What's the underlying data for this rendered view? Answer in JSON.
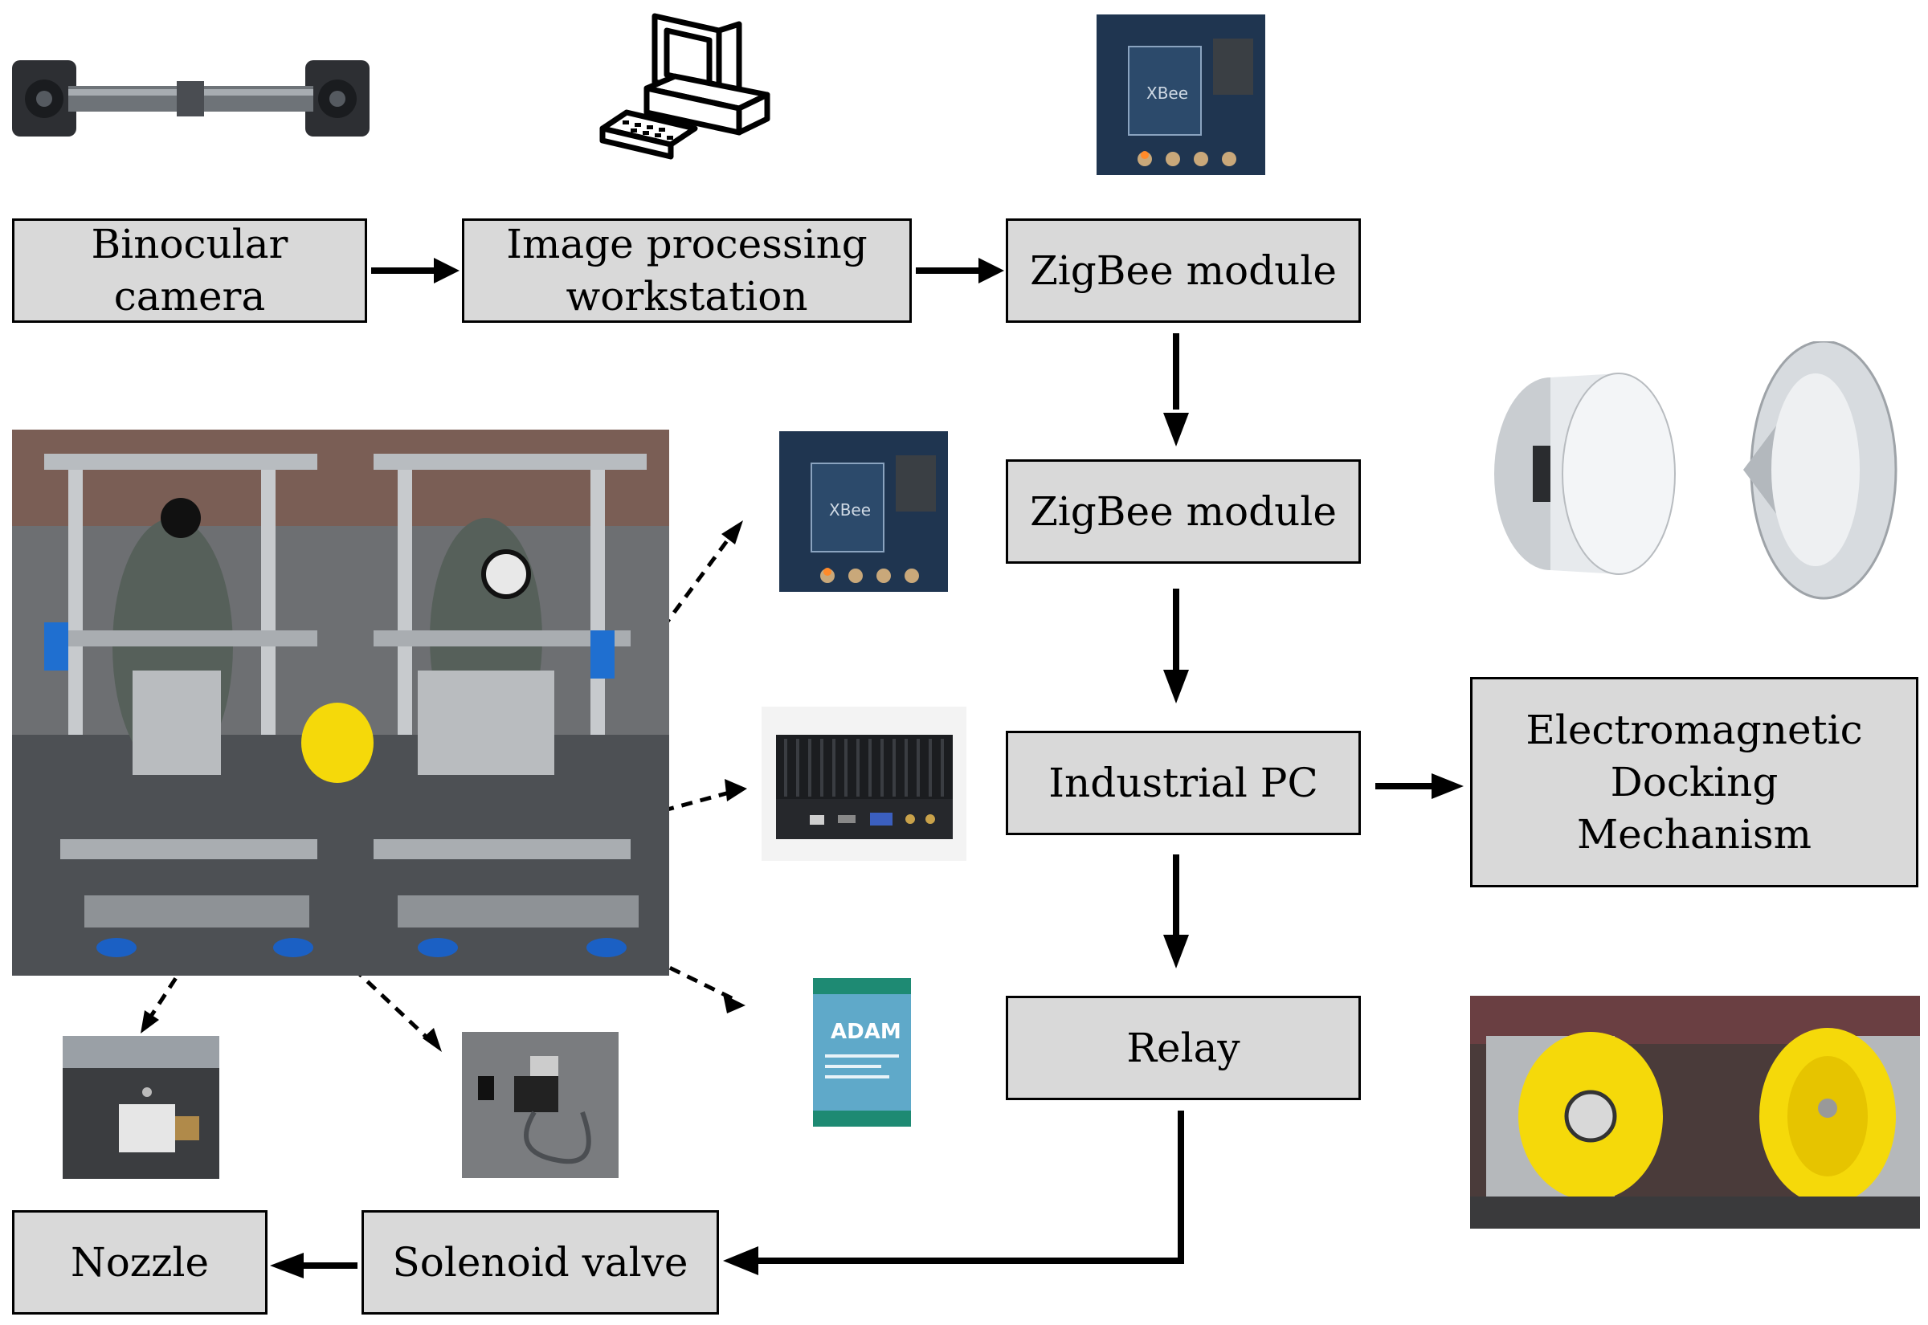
{
  "boxes": {
    "binocular_camera": "Binocular camera",
    "image_processing": "Image processing workstation",
    "zigbee_top": "ZigBee module",
    "zigbee_mid": "ZigBee module",
    "industrial_pc": "Industrial PC",
    "electromagnetic": "Electromagnetic Docking Mechanism",
    "relay": "Relay",
    "solenoid_valve": "Solenoid valve",
    "nozzle": "Nozzle"
  },
  "photos": {
    "adam_label": "ADAM",
    "xbee_label": "XBee"
  },
  "colors": {
    "box_fill": "#d9d9d9",
    "arrow": "#000000",
    "yellow": "#f5d90a",
    "pcb_blue": "#1f3550"
  }
}
